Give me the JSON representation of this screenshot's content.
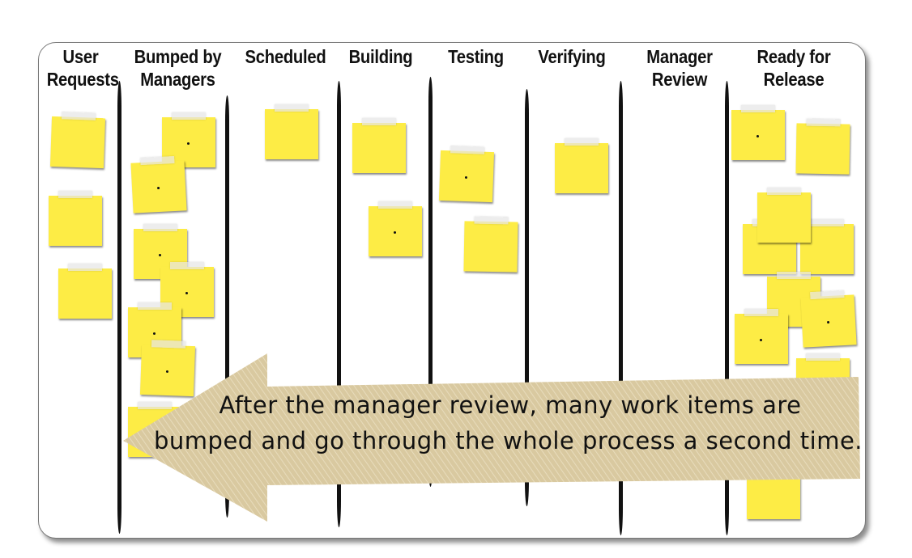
{
  "columns": [
    {
      "title": "User Requests"
    },
    {
      "title": "Bumped by Managers"
    },
    {
      "title": "Scheduled"
    },
    {
      "title": "Building"
    },
    {
      "title": "Testing"
    },
    {
      "title": "Verifying"
    },
    {
      "title": "Manager Review"
    },
    {
      "title": "Ready for Release"
    }
  ],
  "headers": {
    "user_requests": [
      "User",
      "Requests"
    ],
    "bumped": [
      "Bumped by",
      "Managers"
    ],
    "scheduled": "Scheduled",
    "building": "Building",
    "testing": "Testing",
    "verifying": "Verifying",
    "manager_review": [
      "Manager",
      "Review"
    ],
    "ready": [
      "Ready for",
      "Release"
    ]
  },
  "callout": {
    "line1": "After the manager review, many work items are",
    "line2": "bumped and go through the whole process a second time."
  },
  "colors": {
    "note": "#fdec45",
    "arrow": "#d9c9a0",
    "divider": "#111111"
  }
}
